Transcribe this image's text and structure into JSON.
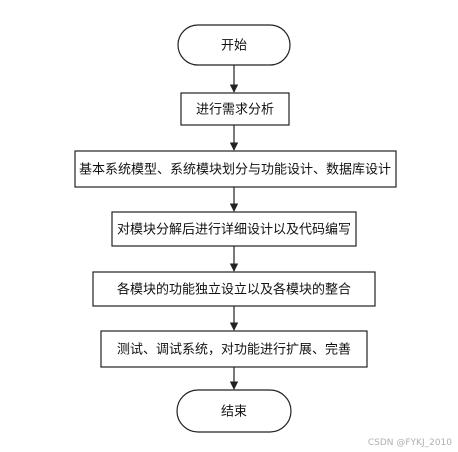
{
  "flowchart": {
    "start": "开始",
    "steps": [
      "进行需求分析",
      "基本系统模型、系统模块划分与功能设计、数据库设计",
      "对模块分解后进行详细设计以及代码编写",
      "各模块的功能独立设立以及各模块的整合",
      "测试、调试系统，对功能进行扩展、完善"
    ],
    "end": "结束"
  },
  "watermark": "CSDN @FYKJ_2010"
}
